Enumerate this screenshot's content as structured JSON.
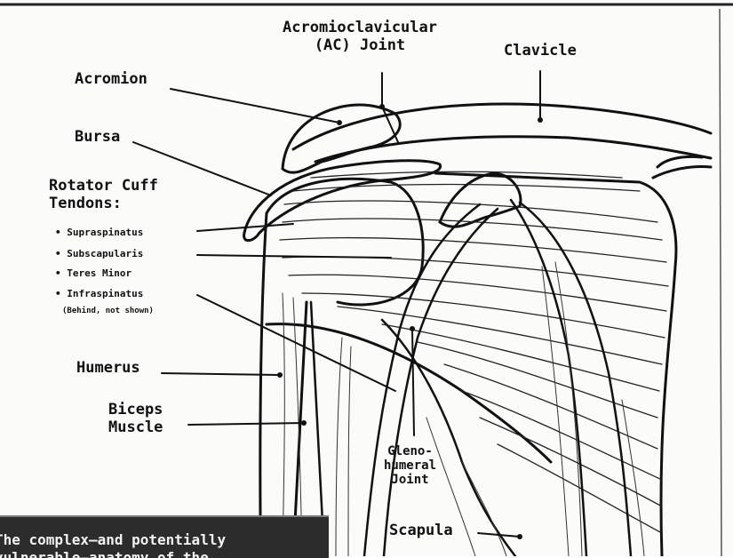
{
  "labels": {
    "ac_joint": "Acromioclavicular\n(AC) Joint",
    "clavicle": "Clavicle",
    "acromion": "Acromion",
    "bursa": "Bursa",
    "rotator_heading": "Rotator Cuff\nTendons:",
    "tendons": [
      "• Supraspinatus",
      "• Subscapularis",
      "• Teres Minor",
      "• Infraspinatus"
    ],
    "tendon_note": "(Behind, not shown)",
    "humerus": "Humerus",
    "biceps": "Biceps\nMuscle",
    "glenohumeral": "Gleno-\nhumeral\nJoint",
    "scapula": "Scapula"
  },
  "caption": {
    "lines": "The complex—and potentially\nvulnerable—anatomy of the"
  },
  "colors": {
    "ink": "#111111",
    "paper": "#fbfbf9",
    "caption_bg": "#2c2c2c",
    "caption_text": "#f2f2f2"
  }
}
